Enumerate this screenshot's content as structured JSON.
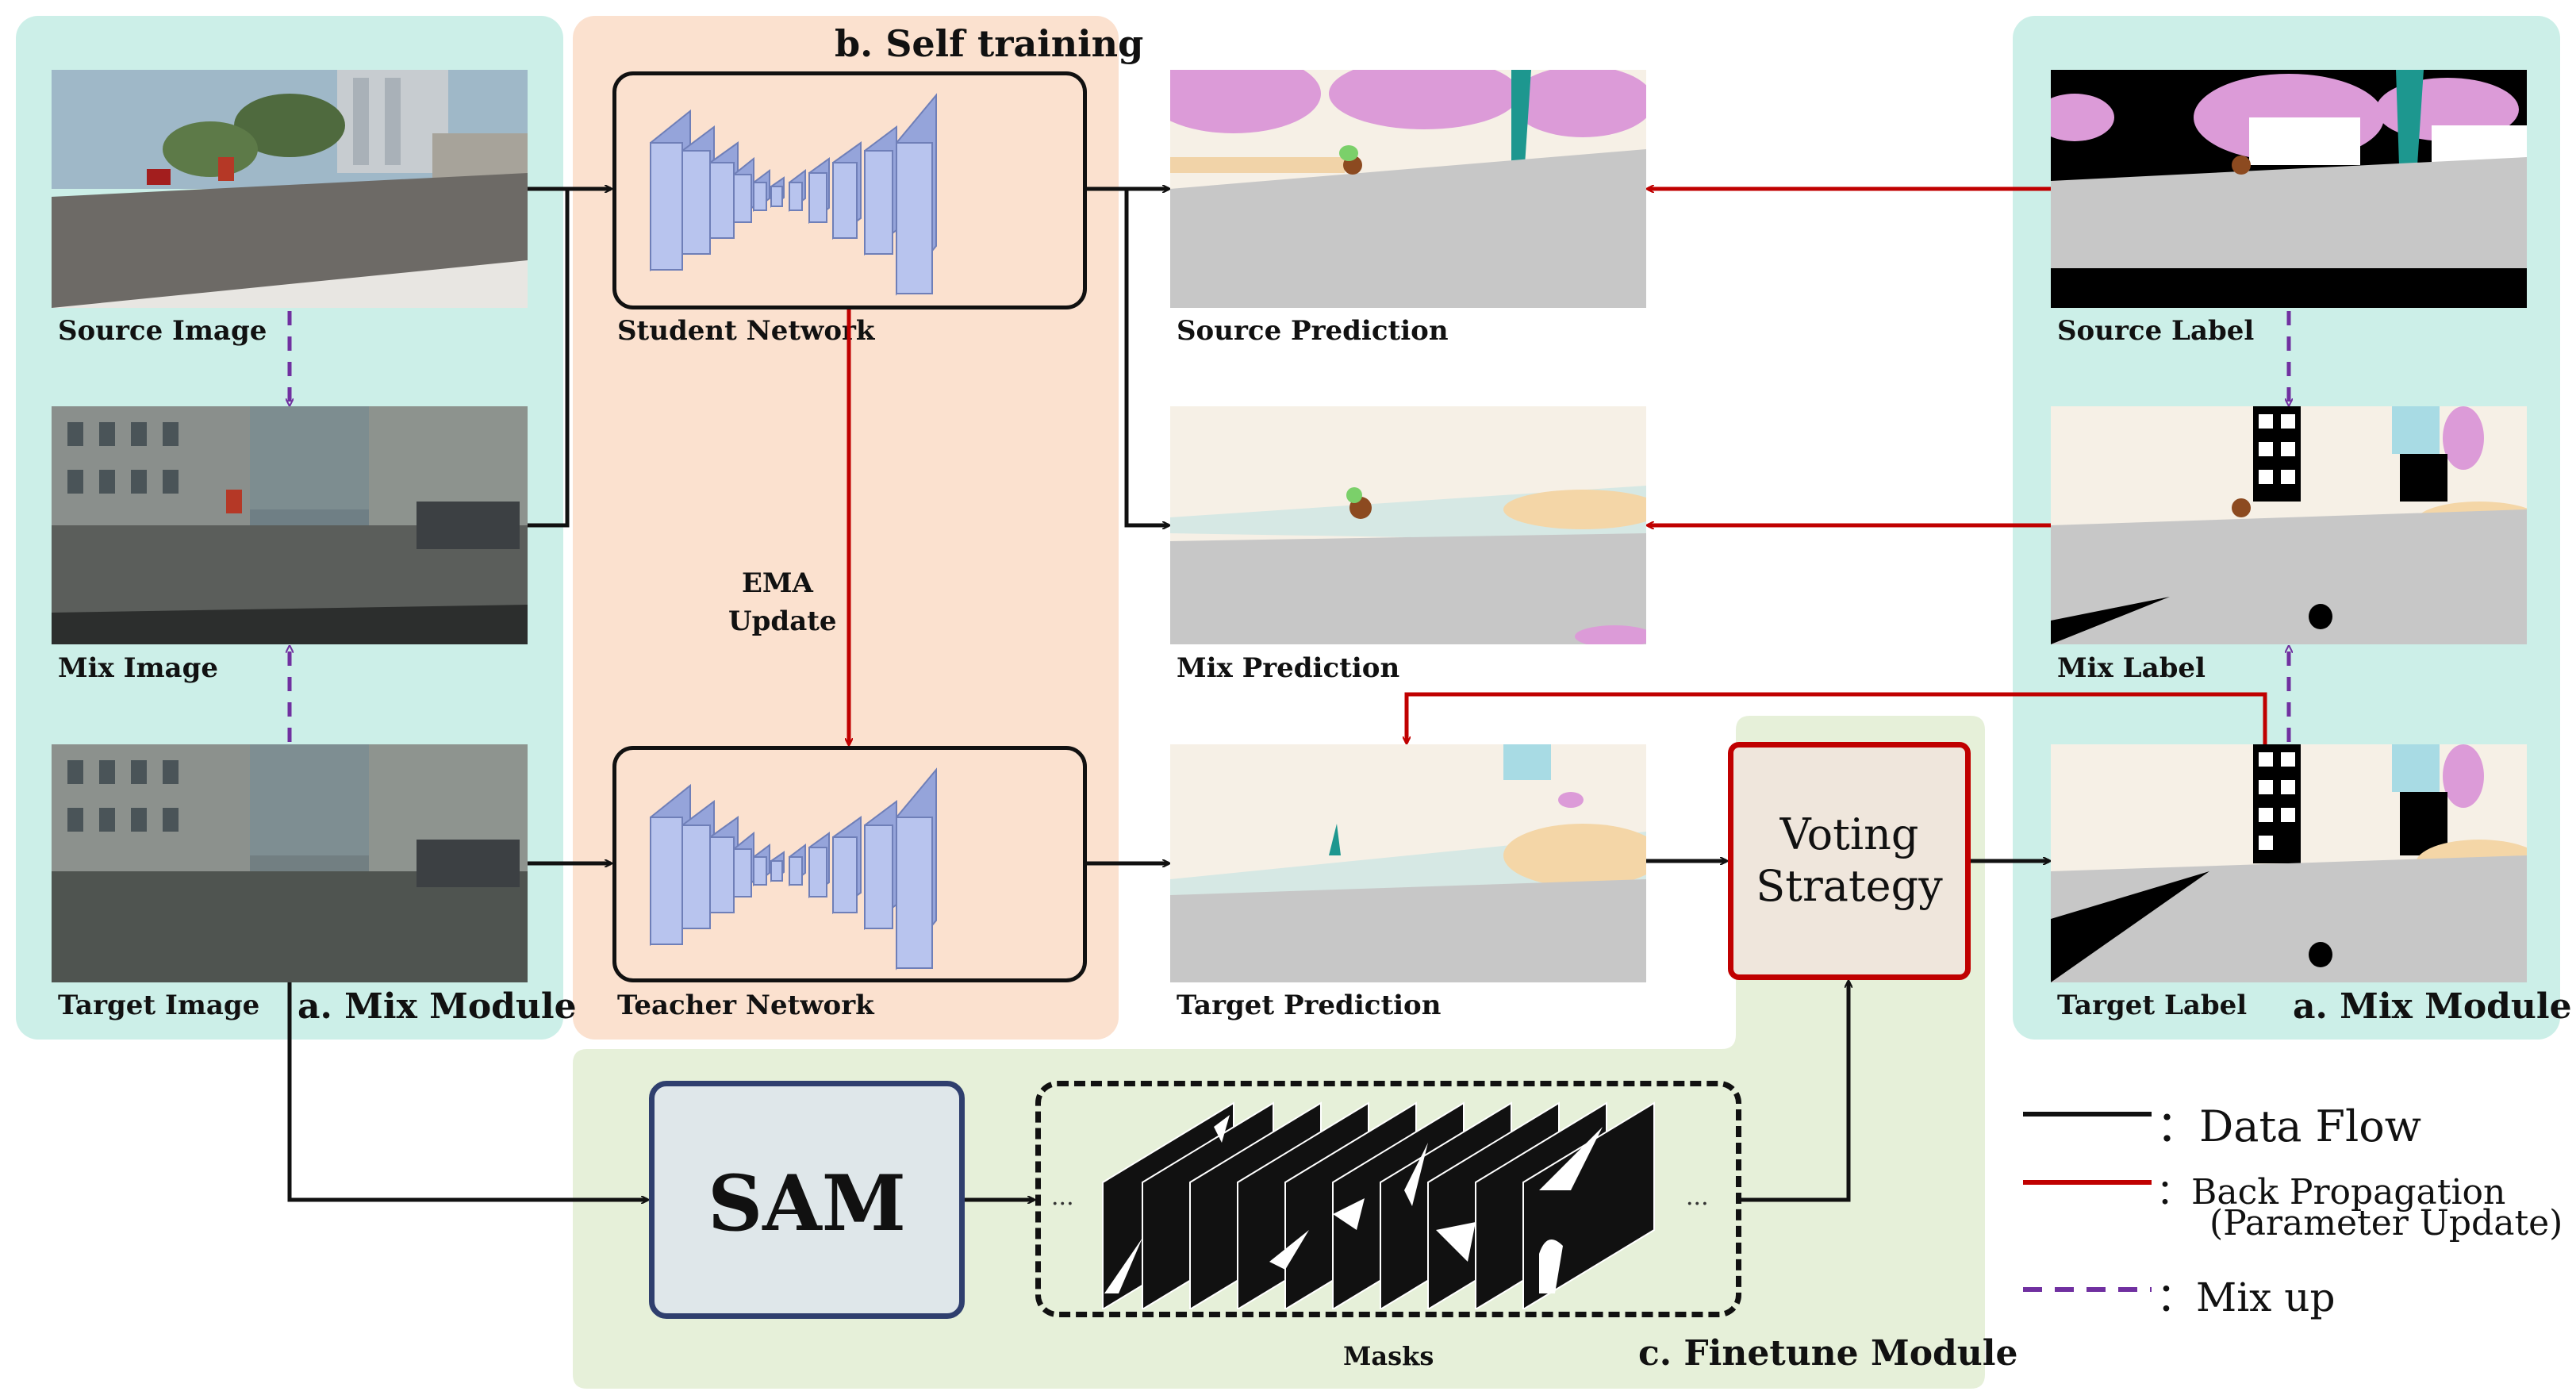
{
  "panels": {
    "mix_module_left": "a. Mix Module",
    "mix_module_right": "a. Mix Module",
    "self_training": "b. Self training",
    "finetune_module": "c. Finetune Module"
  },
  "images": {
    "source_image": "Source Image",
    "mix_image": "Mix Image",
    "target_image": "Target Image",
    "source_prediction": "Source Prediction",
    "mix_prediction": "Mix Prediction",
    "target_prediction": "Target Prediction",
    "source_label": "Source Label",
    "mix_label": "Mix Label",
    "target_label": "Target Label"
  },
  "networks": {
    "student": "Student Network",
    "teacher": "Teacher Network",
    "ema_line1": "EMA",
    "ema_line2": "Update"
  },
  "modules": {
    "voting_line1": "Voting",
    "voting_line2": "Strategy",
    "sam": "SAM",
    "masks": "Masks",
    "ellipsis": "···"
  },
  "legend": {
    "data_flow": "：Data Flow",
    "back_prop_line1": "：Back Propagation",
    "back_prop_line2": "(Parameter Update)",
    "mix_up": "：Mix up"
  },
  "colors": {
    "mix_panel": "#ccefe8",
    "self_training_panel": "#fbe1cf",
    "finetune_panel": "#e6f0d9",
    "network_block": "#b8c4ee",
    "data_flow": "#111111",
    "back_propagation": "#c00000",
    "mix_up": "#7030a0",
    "voting_border": "#c00000",
    "voting_fill": "#efe6dc",
    "sam_border": "#2f3f6e",
    "sam_fill": "#dfe7ea"
  }
}
